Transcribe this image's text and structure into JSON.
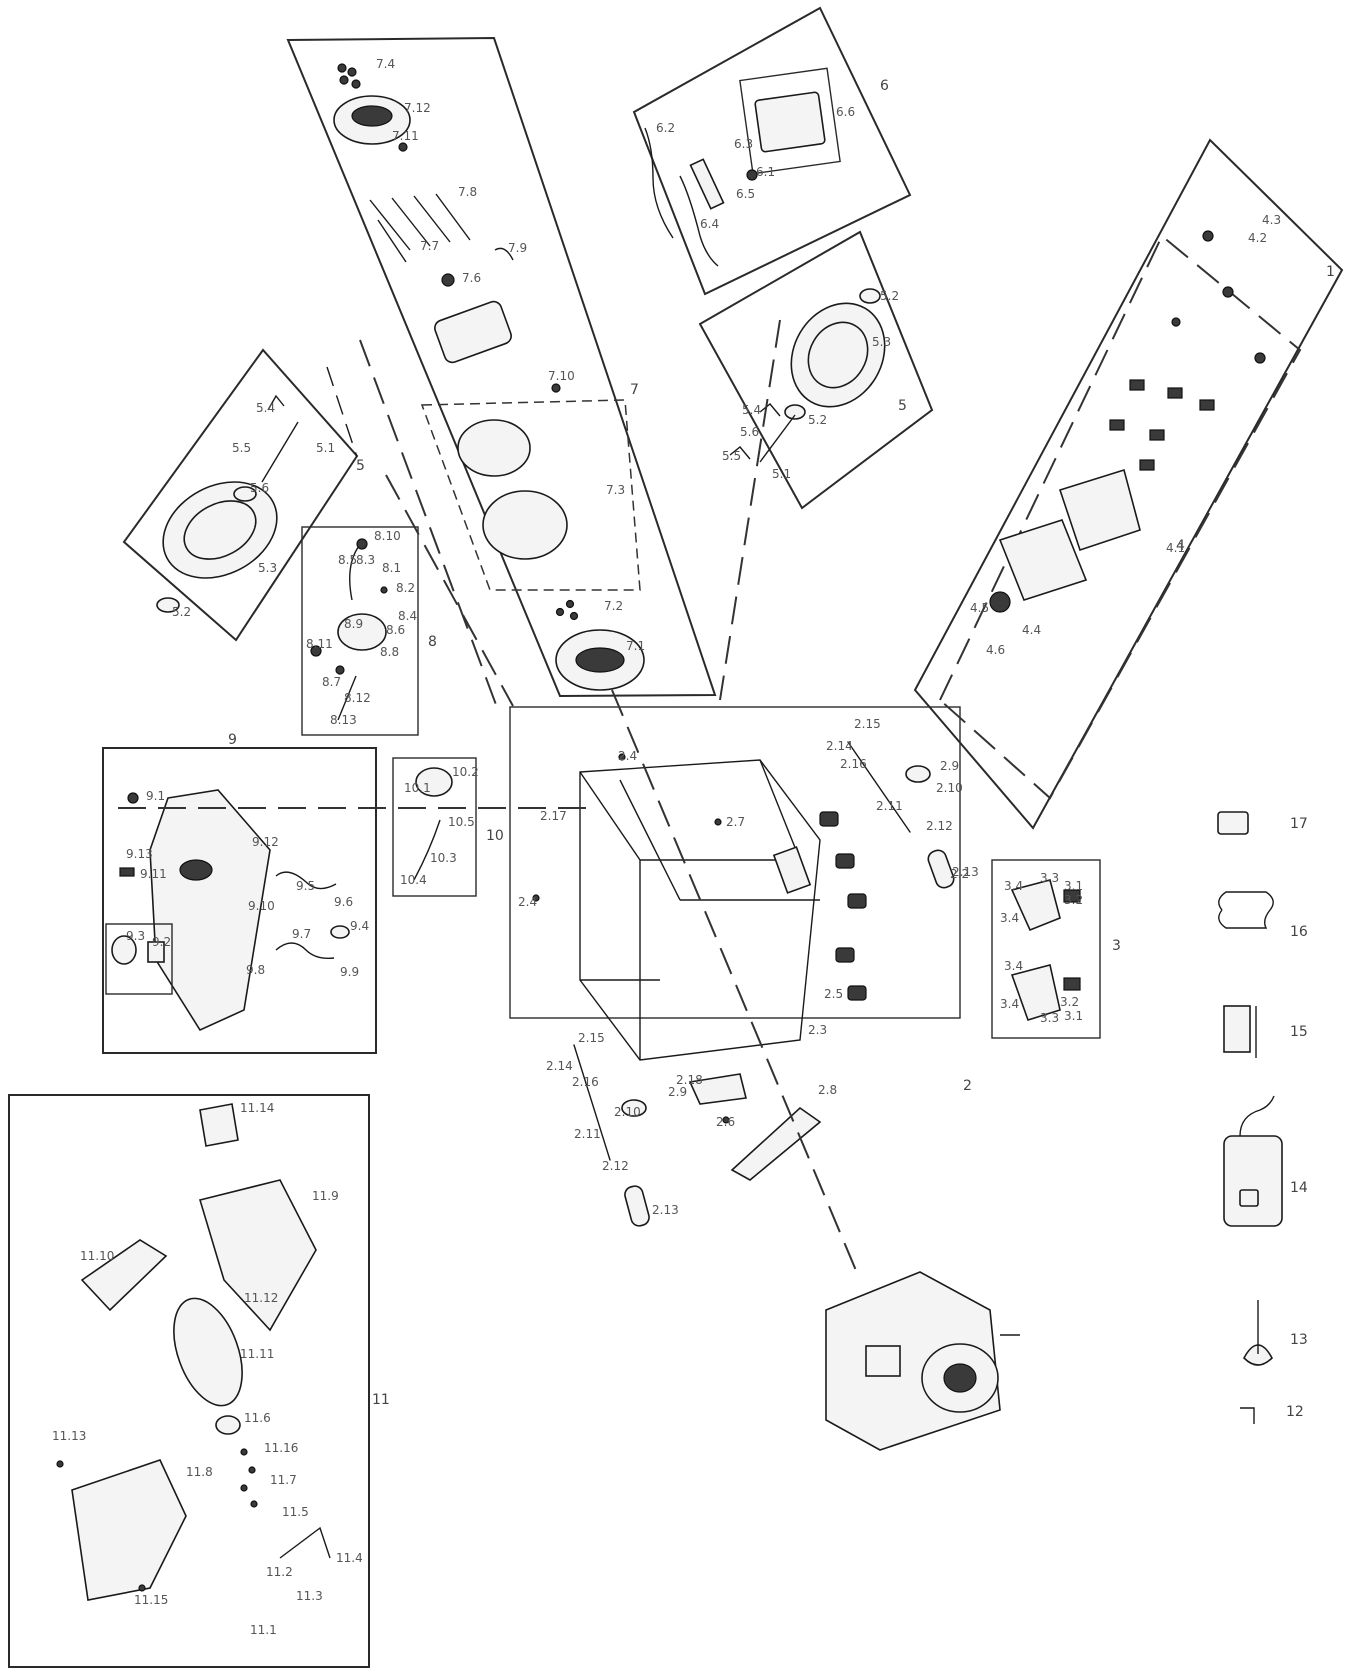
{
  "labels": {
    "g1": "1",
    "g2": "2",
    "g3": "3",
    "g4": "4",
    "g5a": "5",
    "g5b": "5",
    "g6": "6",
    "g7": "7",
    "g8": "8",
    "g9": "9",
    "g10": "10",
    "g11": "11",
    "a12": "12",
    "a13": "13",
    "a14": "14",
    "a15": "15",
    "a16": "16",
    "a17": "17",
    "p2_2": "2.2",
    "p2_3": "2.3",
    "p2_4a": "2.4",
    "p2_4b": "2.4",
    "p2_5": "2.5",
    "p2_6": "2.6",
    "p2_7": "2.7",
    "p2_8": "2.8",
    "p2_9a": "2.9",
    "p2_9b": "2.9",
    "p2_10a": "2.10",
    "p2_10b": "2.10",
    "p2_11a": "2.11",
    "p2_11b": "2.11",
    "p2_12a": "2.12",
    "p2_12b": "2.12",
    "p2_13a": "2.13",
    "p2_13b": "2.13",
    "p2_14a": "2.14",
    "p2_14b": "2.14",
    "p2_15a": "2.15",
    "p2_15b": "2.15",
    "p2_16a": "2.16",
    "p2_16b": "2.16",
    "p2_17": "2.17",
    "p2_18": "2.18",
    "p3_1a": "3.1",
    "p3_1b": "3.1",
    "p3_2a": "3.2",
    "p3_2b": "3.2",
    "p3_3a": "3.3",
    "p3_3b": "3.3",
    "p3_4a": "3.4",
    "p3_4b": "3.4",
    "p3_4c": "3.4",
    "p3_4d": "3.4",
    "p4_1": "4.1",
    "p4_2": "4.2",
    "p4_3": "4.3",
    "p4_4": "4.4",
    "p4_5": "4.5",
    "p4_6": "4.6",
    "p5_1a": "5.1",
    "p5_1b": "5.1",
    "p5_2a": "5.2",
    "p5_2b": "5.2",
    "p5_2c": "5.2",
    "p5_3a": "5.3",
    "p5_3b": "5.3",
    "p5_4a": "5.4",
    "p5_4b": "5.4",
    "p5_5a": "5.5",
    "p5_5b": "5.5",
    "p5_6a": "5.6",
    "p5_6b": "5.6",
    "p6_1": "6.1",
    "p6_2": "6.2",
    "p6_3": "6.3",
    "p6_4": "6.4",
    "p6_5": "6.5",
    "p6_6": "6.6",
    "p7_1": "7.1",
    "p7_2": "7.2",
    "p7_3": "7.3",
    "p7_4": "7.4",
    "p7_6": "7.6",
    "p7_7": "7.7",
    "p7_8": "7.8",
    "p7_9": "7.9",
    "p7_10": "7.10",
    "p7_11": "7.11",
    "p7_12": "7.12",
    "p8_1": "8.1",
    "p8_2": "8.2",
    "p8_3": "8.3",
    "p8_4": "8.4",
    "p8_5": "8.5",
    "p8_6": "8.6",
    "p8_7": "8.7",
    "p8_8": "8.8",
    "p8_9": "8.9",
    "p8_10": "8.10",
    "p8_11": "8.11",
    "p8_12": "8.12",
    "p8_13": "8.13",
    "p9_1": "9.1",
    "p9_2": "9.2",
    "p9_3": "9.3",
    "p9_4": "9.4",
    "p9_5": "9.5",
    "p9_6": "9.6",
    "p9_7": "9.7",
    "p9_8": "9.8",
    "p9_9": "9.9",
    "p9_10": "9.10",
    "p9_11": "9.11",
    "p9_12": "9.12",
    "p9_13": "9.13",
    "p10_1": "10.1",
    "p10_2": "10.2",
    "p10_3": "10.3",
    "p10_4": "10.4",
    "p10_5": "10.5",
    "p11_1": "11.1",
    "p11_2": "11.2",
    "p11_3": "11.3",
    "p11_4": "11.4",
    "p11_5": "11.5",
    "p11_6": "11.6",
    "p11_7": "11.7",
    "p11_8": "11.8",
    "p11_9": "11.9",
    "p11_10": "11.10",
    "p11_11": "11.11",
    "p11_12": "11.12",
    "p11_13": "11.13",
    "p11_14": "11.14",
    "p11_15": "11.15",
    "p11_16": "11.16"
  },
  "colors": {
    "line": "#1a1a1a",
    "label": "#555555",
    "background": "#ffffff"
  }
}
